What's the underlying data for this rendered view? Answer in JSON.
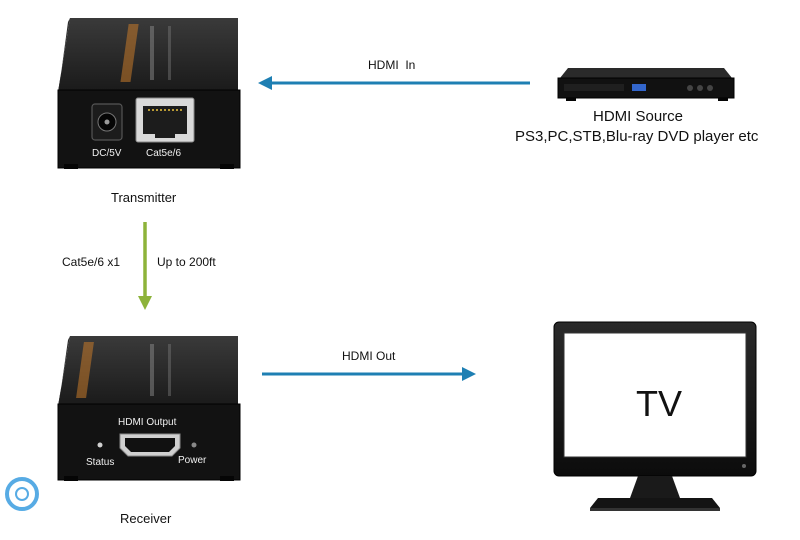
{
  "transmitter": {
    "caption": "Transmitter",
    "port_dc": "DC/5V",
    "port_cat": "Cat5e/6"
  },
  "receiver": {
    "caption": "Receiver",
    "port_hdmi": "HDMI Output",
    "port_status": "Status",
    "port_power": "Power"
  },
  "links": {
    "hdmi_in": "HDMI  In",
    "hdmi_out": "HDMI Out",
    "cable": "Cat5e/6 x1",
    "distance": "Up to 200ft"
  },
  "source": {
    "title": "HDMI Source",
    "subtitle": "PS3,PC,STB,Blu-ray DVD player etc"
  },
  "tv": {
    "screen_text": "TV"
  },
  "colors": {
    "arrow_blue": "#1e7fb3",
    "arrow_green": "#8db33a",
    "device_body": "#151515"
  }
}
